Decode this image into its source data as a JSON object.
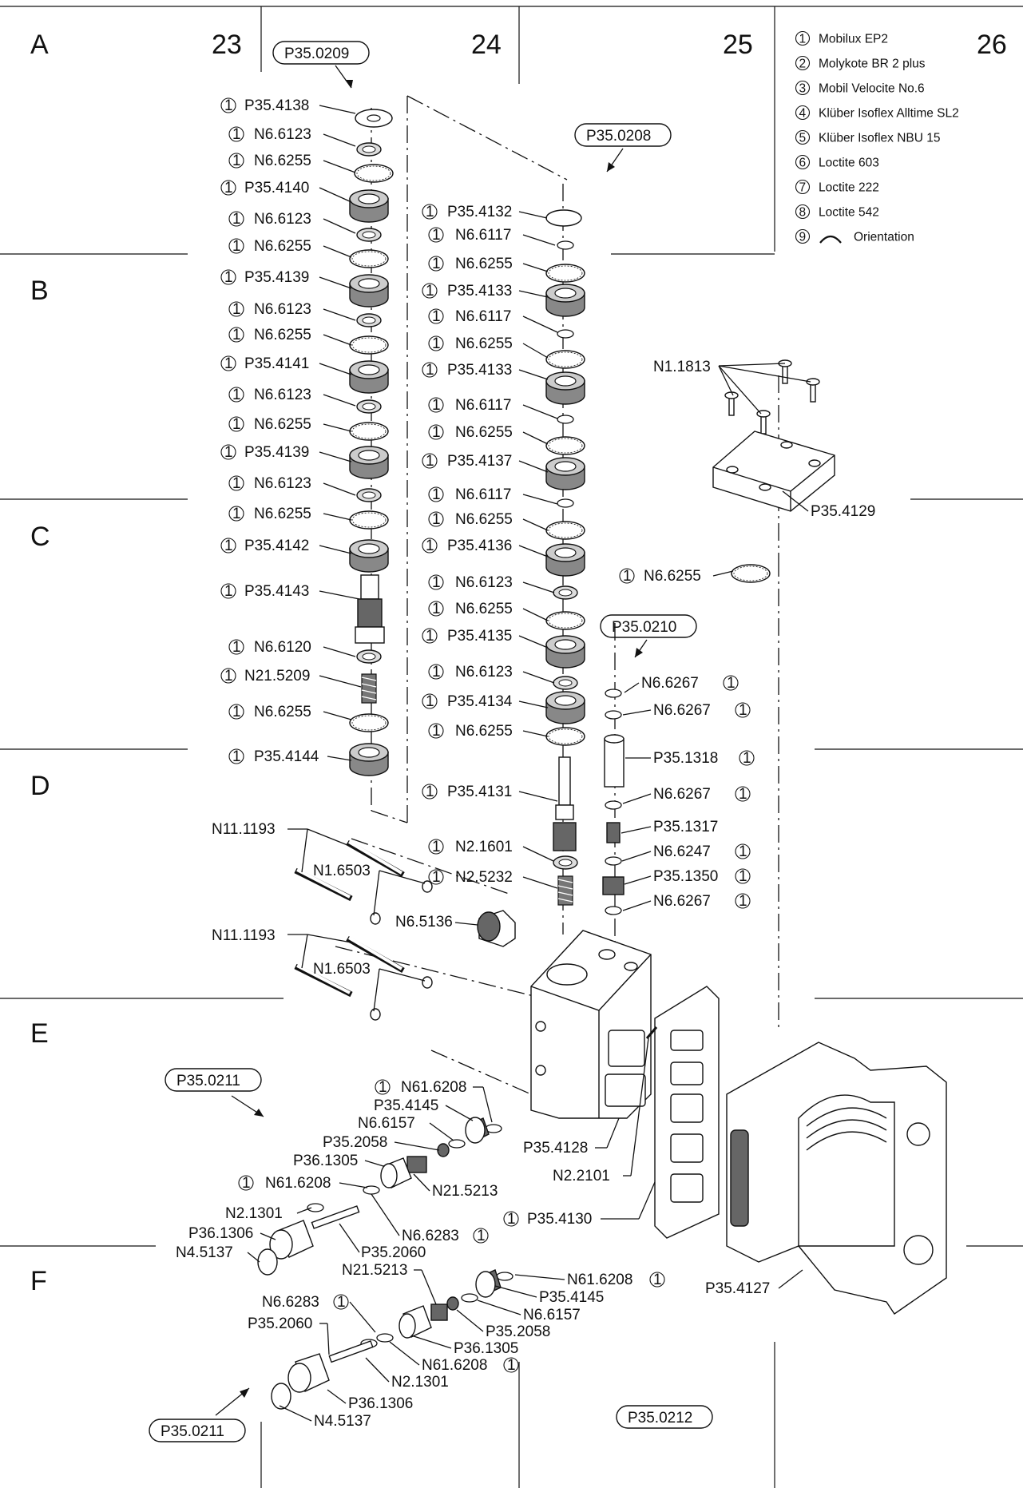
{
  "columns": [
    "23",
    "24",
    "25",
    "26"
  ],
  "rows": [
    "A",
    "B",
    "C",
    "D",
    "E",
    "F"
  ],
  "legend": [
    {
      "num": "1",
      "text": "Mobilux EP2"
    },
    {
      "num": "2",
      "text": "Molykote BR 2 plus"
    },
    {
      "num": "3",
      "text": "Mobil Velocite No.6"
    },
    {
      "num": "4",
      "text": "Klüber Isoflex Alltime SL2"
    },
    {
      "num": "5",
      "text": "Klüber Isoflex NBU 15"
    },
    {
      "num": "6",
      "text": "Loctite 603"
    },
    {
      "num": "7",
      "text": "Loctite 222"
    },
    {
      "num": "8",
      "text": "Loctite 542"
    },
    {
      "num": "9",
      "text": "Orientation"
    }
  ],
  "callouts": {
    "c0209": "P35.0209",
    "c0208": "P35.0208",
    "c0210": "P35.0210",
    "c0211a": "P35.0211",
    "c0211b": "P35.0211",
    "c0212": "P35.0212"
  },
  "lube_mark": "1",
  "stack1": [
    "P35.4138",
    "N6.6123",
    "N6.6255",
    "P35.4140",
    "N6.6123",
    "N6.6255",
    "P35.4139",
    "N6.6123",
    "N6.6255",
    "P35.4141",
    "N6.6123",
    "N6.6255",
    "P35.4139",
    "N6.6123",
    "N6.6255",
    "P35.4142",
    "P35.4143",
    "N6.6120",
    "N21.5209",
    "N6.6255",
    "P35.4144"
  ],
  "stack2": [
    "P35.4132",
    "N6.6117",
    "N6.6255",
    "P35.4133",
    "N6.6117",
    "N6.6255",
    "P35.4133",
    "N6.6117",
    "N6.6255",
    "P35.4137",
    "N6.6117",
    "N6.6255",
    "P35.4136",
    "N6.6123",
    "N6.6255",
    "P35.4135",
    "N6.6123",
    "P35.4134",
    "N6.6255",
    "P35.4131",
    "N2.1601",
    "N2.5232"
  ],
  "stack3": [
    "N6.6267",
    "N6.6267",
    "P35.1318",
    "N6.6267",
    "P35.1317",
    "N6.6247",
    "P35.1350",
    "N6.6267"
  ],
  "lid": {
    "screw": "N1.1813",
    "cover": "P35.4129",
    "ring": "N6.6255"
  },
  "block": {
    "bolt_a": "N11.1193",
    "washer_a": "N1.6503",
    "plug": "N6.5136",
    "bolt_b": "N11.1193",
    "washer_b": "N1.6503",
    "body": "P35.4128",
    "pin": "N2.2101",
    "gasket": "P35.4130",
    "handle": "P35.4127"
  },
  "e_group": [
    "N61.6208",
    "P35.4145",
    "N6.6157",
    "P35.2058",
    "P36.1305",
    "N61.6208",
    "N21.5213",
    "N2.1301",
    "P36.1306",
    "N4.5137",
    "N6.6283",
    "P35.2060"
  ],
  "f_group": [
    "N61.6208",
    "P35.4145",
    "N6.6157",
    "N21.5213",
    "P35.2058",
    "N6.6283",
    "P36.1305",
    "P35.2060",
    "N61.6208",
    "N2.1301",
    "P36.1306",
    "N4.5137"
  ]
}
